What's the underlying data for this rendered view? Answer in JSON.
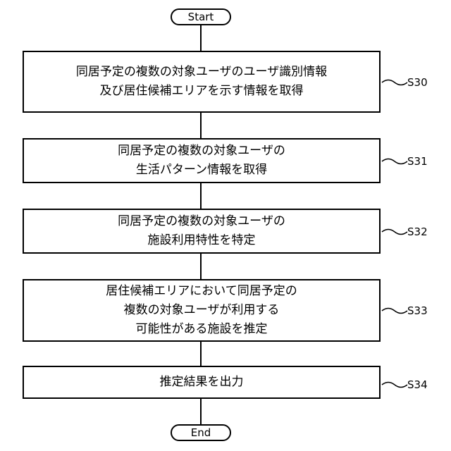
{
  "start": "Start",
  "end": "End",
  "steps": [
    {
      "id": "S30",
      "lines": [
        "同居予定の複数の対象ユーザのユーザ識別情報",
        "及び居住候補エリアを示す情報を取得"
      ]
    },
    {
      "id": "S31",
      "lines": [
        "同居予定の複数の対象ユーザの",
        "生活パターン情報を取得"
      ]
    },
    {
      "id": "S32",
      "lines": [
        "同居予定の複数の対象ユーザの",
        "施設利用特性を特定"
      ]
    },
    {
      "id": "S33",
      "lines": [
        "居住候補エリアにおいて同居予定の",
        "複数の対象ユーザが利用する",
        "可能性がある施設を推定"
      ]
    },
    {
      "id": "S34",
      "lines": [
        "推定結果を出力"
      ]
    }
  ]
}
